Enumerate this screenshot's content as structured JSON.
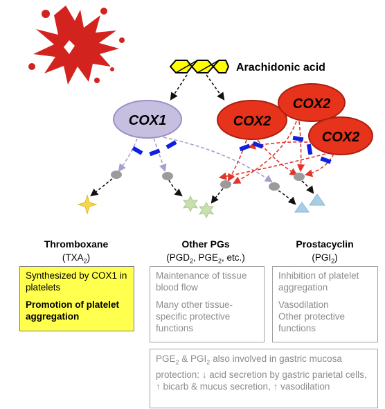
{
  "arachidonic_label": "Arachidonic acid",
  "enzymes": {
    "cox1": "COX1",
    "cox2": "COX2"
  },
  "colors": {
    "cox1_fill": "#c7bfe0",
    "cox2_fill": "#e8331c",
    "inhibitor": "#1020e0",
    "splash": "#d3231e",
    "star_yellow": "#f5d84a",
    "star_green": "#c8dfb0",
    "triangle_blue": "#a9cde6",
    "arrow_cox1": "#a89fcf",
    "arrow_cox2": "#e2342a",
    "yellow_box": "#ffff4d"
  },
  "columns": {
    "thromboxane": {
      "title": "Thromboxane",
      "abbrev_pre": "(TXA",
      "abbrev_sub": "2",
      "abbrev_post": ")",
      "line1": "Synthesized by COX1 in platelets",
      "line2": "Promotion of platelet aggregation"
    },
    "other_pgs": {
      "title": "Other PGs",
      "abbrev_a": "(PGD",
      "abbrev_a_sub": "2",
      "abbrev_b": ", PGE",
      "abbrev_b_sub": "2",
      "abbrev_c": ", etc.)",
      "line1": "Maintenance of tissue blood flow",
      "line2": "Many other tissue-specific protective functions"
    },
    "prostacyclin": {
      "title": "Prostacyclin",
      "abbrev_pre": "(PGI",
      "abbrev_sub": "2",
      "abbrev_post": ")",
      "line1": "Inhibition of platelet aggregation",
      "line2": "Vasodilation",
      "line3": "Other protective functions"
    }
  },
  "gastric": {
    "p1": "PGE",
    "p1_sub": "2",
    "p2": " & PGI",
    "p2_sub": "2",
    "p3": " also involved in gastric mucosa protection:  ↓ acid secretion by gastric parietal cells, ↑ bicarb & mucus secretion, ↑ vasodilation"
  }
}
